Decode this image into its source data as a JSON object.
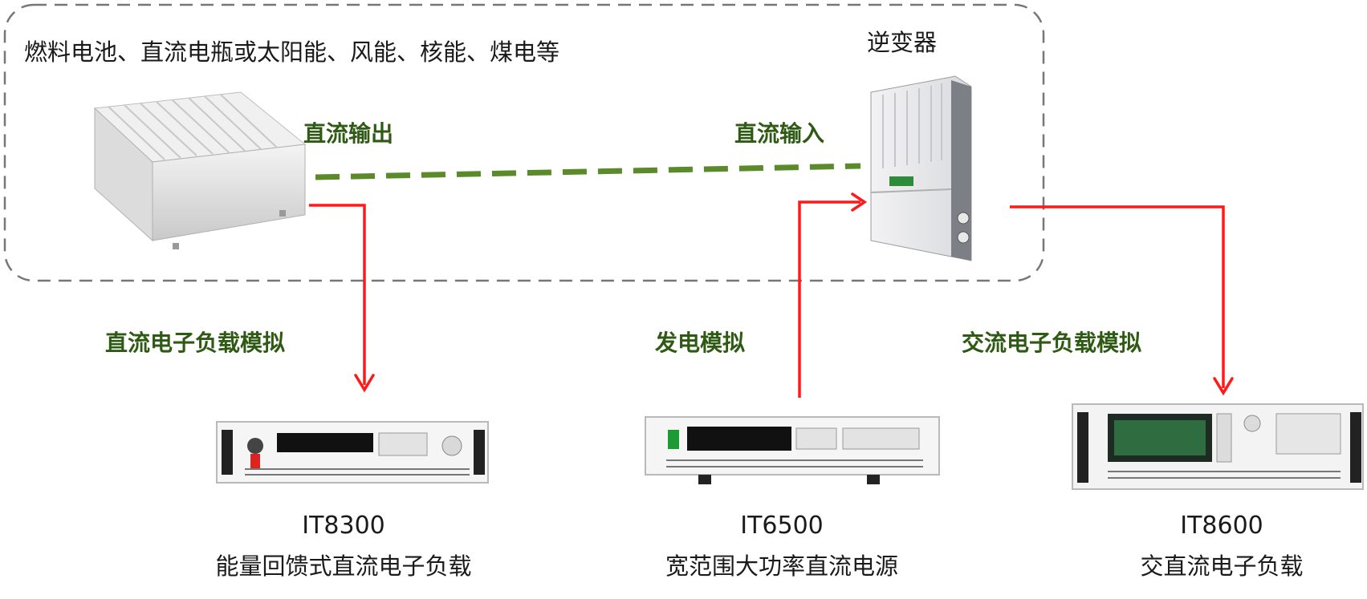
{
  "source": {
    "text": "燃料电池、直流电瓶或太阳能、风能、核能、煤电等"
  },
  "inverter": {
    "title": "逆变器"
  },
  "connections": {
    "dc_output": "直流输出",
    "dc_input": "直流输入"
  },
  "functions": {
    "dc_load_sim": "直流电子负载模拟",
    "power_gen_sim": "发电模拟",
    "ac_load_sim": "交流电子负载模拟"
  },
  "products": [
    {
      "model": "IT8300",
      "description": "能量回馈式直流电子负载"
    },
    {
      "model": "IT6500",
      "description": "宽范围大功率直流电源"
    },
    {
      "model": "IT8600",
      "description": "交直流电子负载"
    }
  ],
  "colors": {
    "green_label": "#2f5a14",
    "dashed_line": "#5a8a2a",
    "arrow": "#ff1a1a",
    "boundary": "#777777"
  }
}
